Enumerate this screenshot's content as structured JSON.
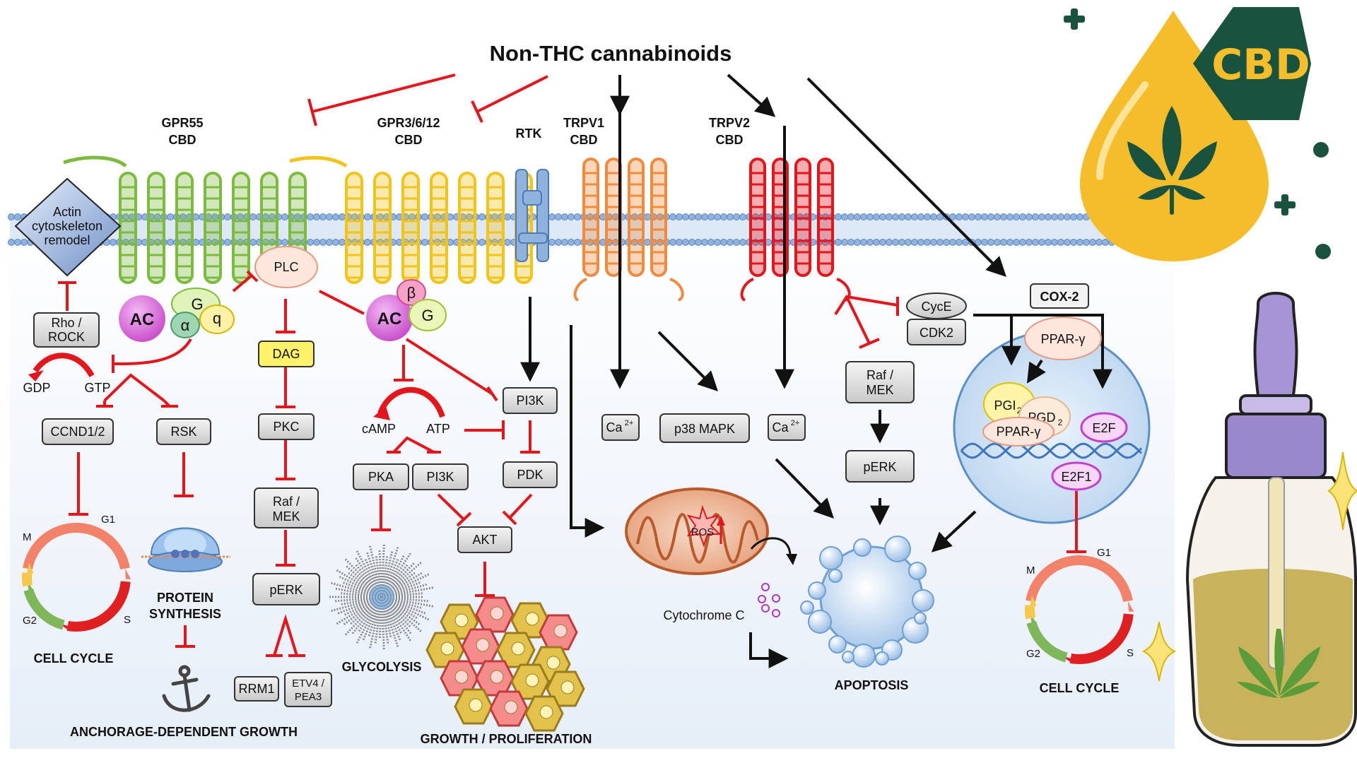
{
  "title": "Non-THC cannabinoids",
  "receptors": {
    "gpr55": "GPR55",
    "gpr55_ligand": "CBD",
    "gpr3612": "GPR3/6/12",
    "gpr3612_ligand": "CBD",
    "rtk": "RTK",
    "trpv1": "TRPV1",
    "trpv1_ligand": "CBD",
    "trpv2": "TRPV2",
    "trpv2_ligand": "CBD"
  },
  "actin": {
    "line1": "Actin",
    "line2": "cytoskeleton",
    "line3": "remodel"
  },
  "left": {
    "rho": "Rho /",
    "rock": "ROCK",
    "gdp": "GDP",
    "gtp": "GTP",
    "ccnd": "CCND1/2",
    "rsk": "RSK",
    "ac": "AC",
    "g": "G",
    "alpha": "α",
    "q": "q",
    "protein1": "PROTEIN",
    "protein2": "SYNTHESIS",
    "cell_cycle": "CELL CYCLE",
    "anchorage": "ANCHORAGE-DEPENDENT GROWTH",
    "cc_g1": "G1",
    "cc_s": "S",
    "cc_g2": "G2",
    "cc_m": "M"
  },
  "plc_chain": {
    "plc": "PLC",
    "dag": "DAG",
    "pkc": "PKC",
    "raf1": "Raf /",
    "raf2": "MEK",
    "perk": "pERK",
    "rrm1": "RRM1",
    "etv1": "ETV4 /",
    "etv2": "PEA3"
  },
  "gpr_chain": {
    "ac": "AC",
    "beta": "β",
    "g": "G",
    "camp": "cAMP",
    "atp": "ATP",
    "pka": "PKA",
    "pi3k_small": "PI3K",
    "pi3k": "PI3K",
    "pdk": "PDK",
    "akt": "AKT",
    "glycolysis": "GLYCOLYSIS",
    "growth": "GROWTH / PROLIFERATION"
  },
  "trp_chain": {
    "ca1": "Ca",
    "ca2": "Ca",
    "ca_sup": "2+",
    "p38": "p38 MAPK",
    "ros": "ROS",
    "cyto": "Cytochrome C",
    "apoptosis": "APOPTOSIS"
  },
  "right": {
    "cyce": "CycE",
    "cdk2": "CDK2",
    "raf1": "Raf /",
    "raf2": "MEK",
    "perk": "pERK",
    "cox2": "COX-2",
    "ppar": "PPAR-γ",
    "pgi": "PGI",
    "pgi_sub": "2",
    "pgd": "PGD",
    "pgd_sub": "2",
    "ppar_n": "PPAR-γ",
    "e2f": "E2F",
    "e2f1": "E2F1",
    "cell_cycle": "CELL CYCLE",
    "cc_g1": "G1",
    "cc_s": "S",
    "cc_g2": "G2",
    "cc_m": "M"
  },
  "decor": {
    "badge": "CBD"
  },
  "colors": {
    "inhibit": "#e4151b",
    "activate": "#111111",
    "gpr55": "#7dbb3f",
    "gpr3612": "#f2c318",
    "rtk": "#6c9bd0",
    "trpv1": "#f08a3c",
    "trpv2": "#e4151b",
    "ac": "#d45dd6",
    "drop": "#f6bd2b",
    "badge": "#19533f"
  }
}
